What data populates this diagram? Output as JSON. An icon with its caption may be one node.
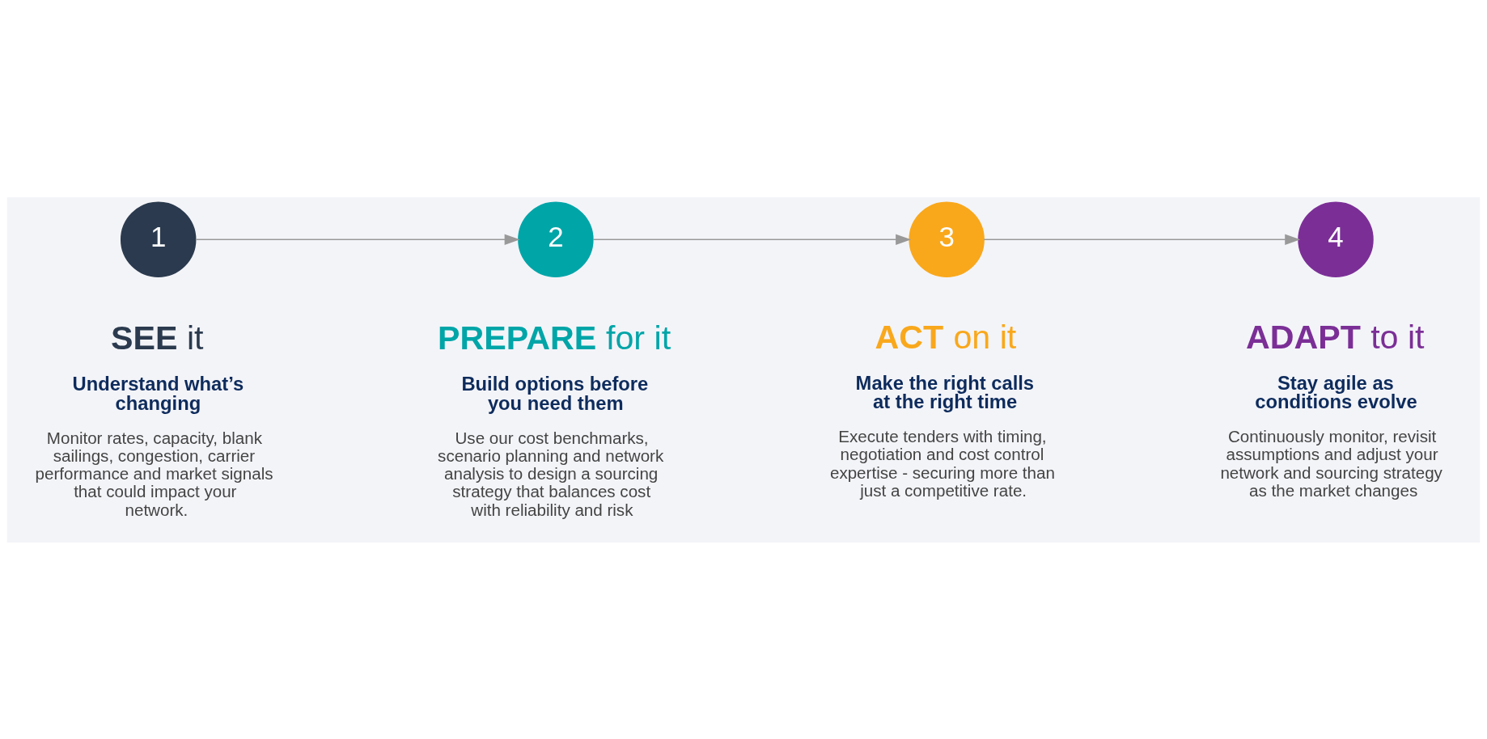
{
  "diagram": {
    "nodes": [
      {
        "text": [
          "1"
        ],
        "beside": [
          "**SEE** it",
          "Understand what’s changing",
          "Monitor rates, capacity, blank sailings, congestion, carrier performance and market signals that could impact your network."
        ]
      },
      {
        "text": [
          "2"
        ],
        "beside": [
          "**PREPARE** for it",
          "Build options before you need them",
          "Use our cost benchmarks, scenario planning and network analysis to design a sourcing strategy that balances cost with reliability and risk"
        ]
      },
      {
        "text": [
          "3"
        ],
        "beside": [
          "**ACT** on it",
          "Make the right calls at the right time",
          "Execute tenders with timing, negotiation and cost control expertise - securing more than just a competitive rate."
        ]
      },
      {
        "text": [
          "4"
        ],
        "beside": [
          "**ADAPT** to it",
          "Stay agile as conditions evolve",
          "Continuously monitor, revisit assumptions and adjust your network and sourcing strategy as the market changes"
        ]
      }
    ],
    "edges": [
      {
        "from": 0,
        "to": 1,
        "arrow": "to"
      },
      {
        "from": 1,
        "to": 2,
        "arrow": "to"
      },
      {
        "from": 2,
        "to": 3,
        "arrow": "to"
      }
    ]
  }
}
